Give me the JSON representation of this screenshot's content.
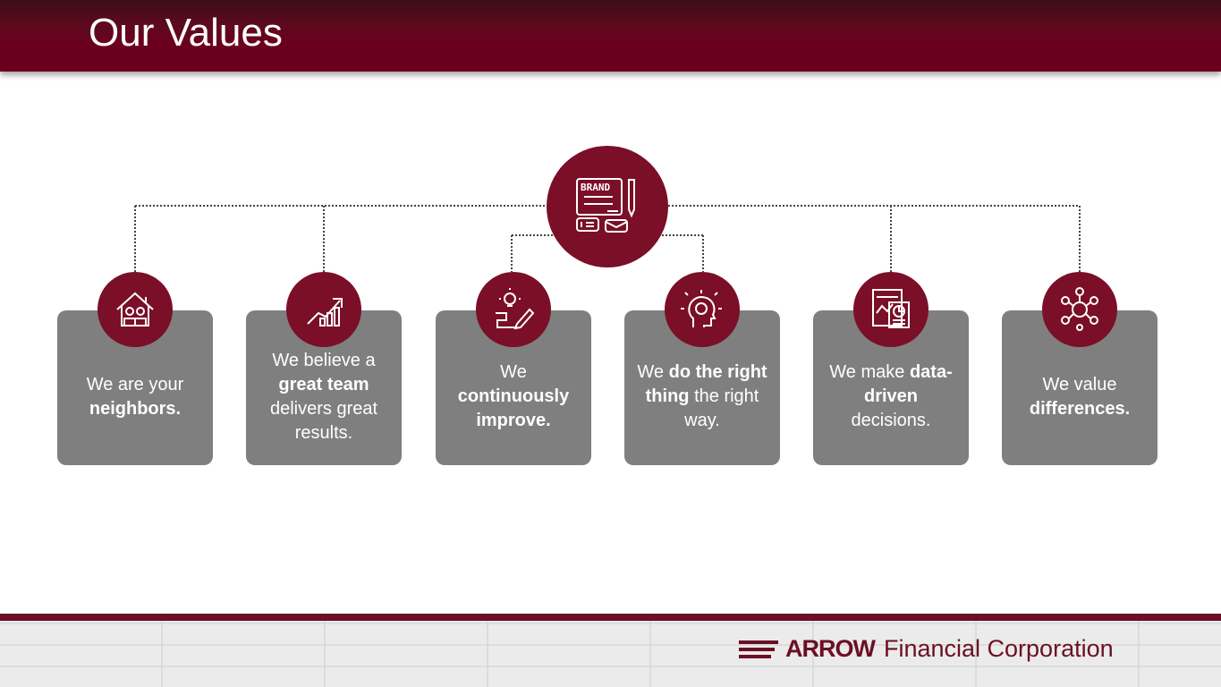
{
  "title": "Our Values",
  "center_icon": {
    "name": "brand-icon",
    "text": "BRAND"
  },
  "values": [
    {
      "icon": "neighbors-house-icon",
      "pre": "We are your",
      "bold": "neighbors.",
      "post": ""
    },
    {
      "icon": "growth-chart-icon",
      "pre": "We believe a",
      "bold": "great team",
      "post": "delivers great results."
    },
    {
      "icon": "idea-improve-icon",
      "pre": "We",
      "bold": "continuously improve.",
      "post": ""
    },
    {
      "icon": "mind-gear-icon",
      "pre": "We",
      "bold": "do the right thing",
      "post": "the right way."
    },
    {
      "icon": "data-report-icon",
      "pre": "We make",
      "bold": "data-driven",
      "post": "decisions."
    },
    {
      "icon": "network-people-icon",
      "pre": "We value",
      "bold": "differences.",
      "post": ""
    }
  ],
  "footer": {
    "logo_arrow": "ARROW",
    "logo_rest": "Financial Corporation"
  },
  "colors": {
    "brand": "#6b0f24",
    "card": "#7f7f80"
  }
}
